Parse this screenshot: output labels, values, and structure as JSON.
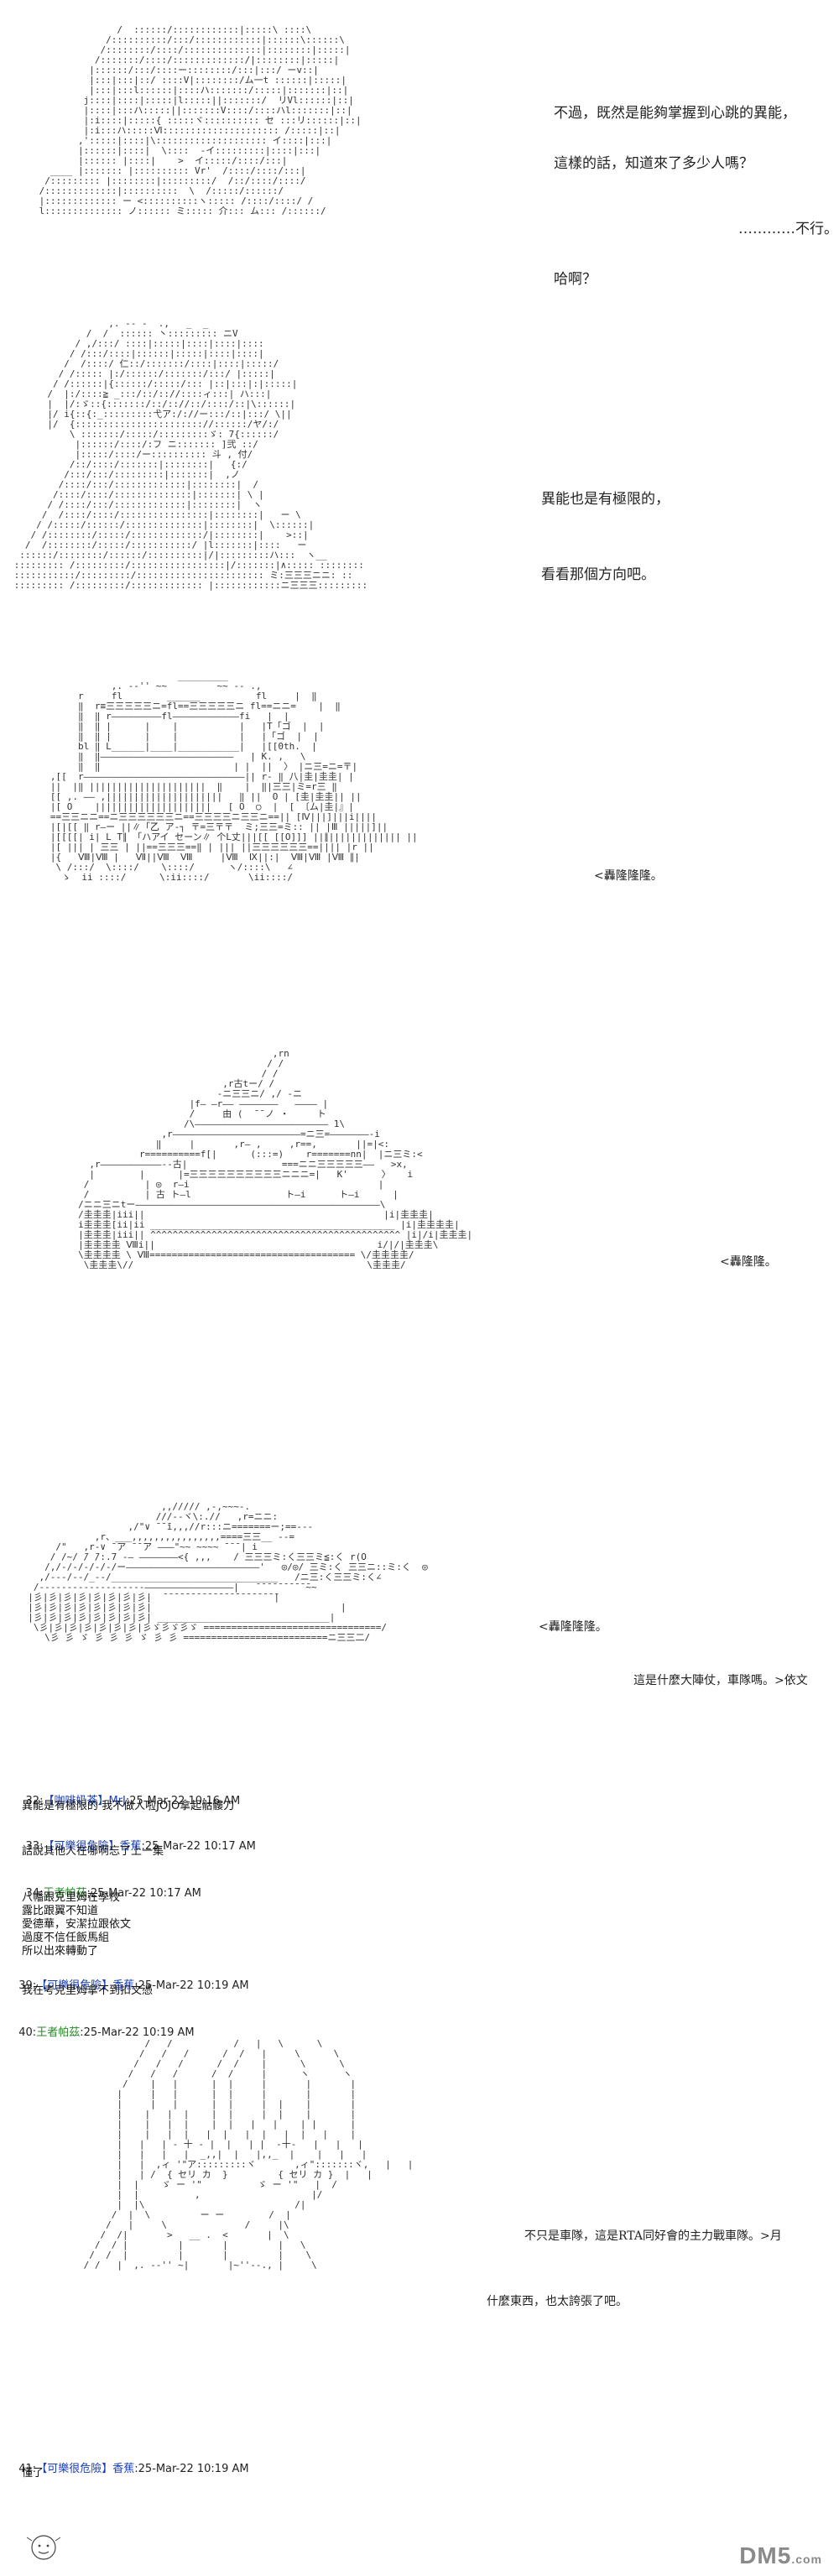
{
  "panel1": {
    "lines": [
      "不過，既然是能夠掌握到心跳的異能，",
      "這樣的話，知道來了多少人嗎？",
      "…………不行。>月",
      "哈啊？"
    ]
  },
  "panel2": {
    "lines": [
      "異能也是有極限的，",
      "看看那個方向吧。"
    ]
  },
  "panel3": {
    "sfx": "<轟隆隆隆。"
  },
  "panel4": {
    "sfx": "<轟隆隆。"
  },
  "panel5": {
    "sfx": "<轟隆隆隆。",
    "caption": "這是什麼大陣仗，車隊嗎。>依文"
  },
  "posts": [
    {
      "num": "32:",
      "name": "【咖啡奶茶】MrJ",
      "date": ":25-Mar-22 10:16 AM",
      "body": "異能是有極限的 我不做人啦JOJO拿起骷髏刀"
    },
    {
      "num": "33:",
      "name": "【可樂很危險】香蕉",
      "date": ":25-Mar-22 10:17 AM",
      "body": "話說其他人在哪啊忘了上一集"
    },
    {
      "num": "34:",
      "name": "王者帕茲",
      "date": ":25-Mar-22 10:17 AM",
      "body": "八幡跟克里姆在學校\n露比跟翼不知道\n愛德華，安潔拉跟依文\n過度不信任飯馬組\n所以出來轉動了"
    },
    {
      "num": "39:",
      "name": "【可樂很危險】香蕉",
      "date": ":25-Mar-22 10:19 AM",
      "body": "我在考克里姆拿不到扣文憑"
    },
    {
      "num": "40:",
      "name": "王者帕茲",
      "date": ":25-Mar-22 10:19 AM",
      "body": ""
    },
    {
      "num": "41:",
      "name": "【可樂很危險】香蕉",
      "date": ":25-Mar-22 10:19 AM",
      "body": "懂了"
    }
  ],
  "panel6": {
    "lines": [
      "不只是車隊，這是RTA同好會的主力戰車隊。>月",
      "什麼東西，也太誇張了吧。"
    ]
  },
  "watermark": {
    "brand": "DM5",
    "suffix": ".com"
  }
}
